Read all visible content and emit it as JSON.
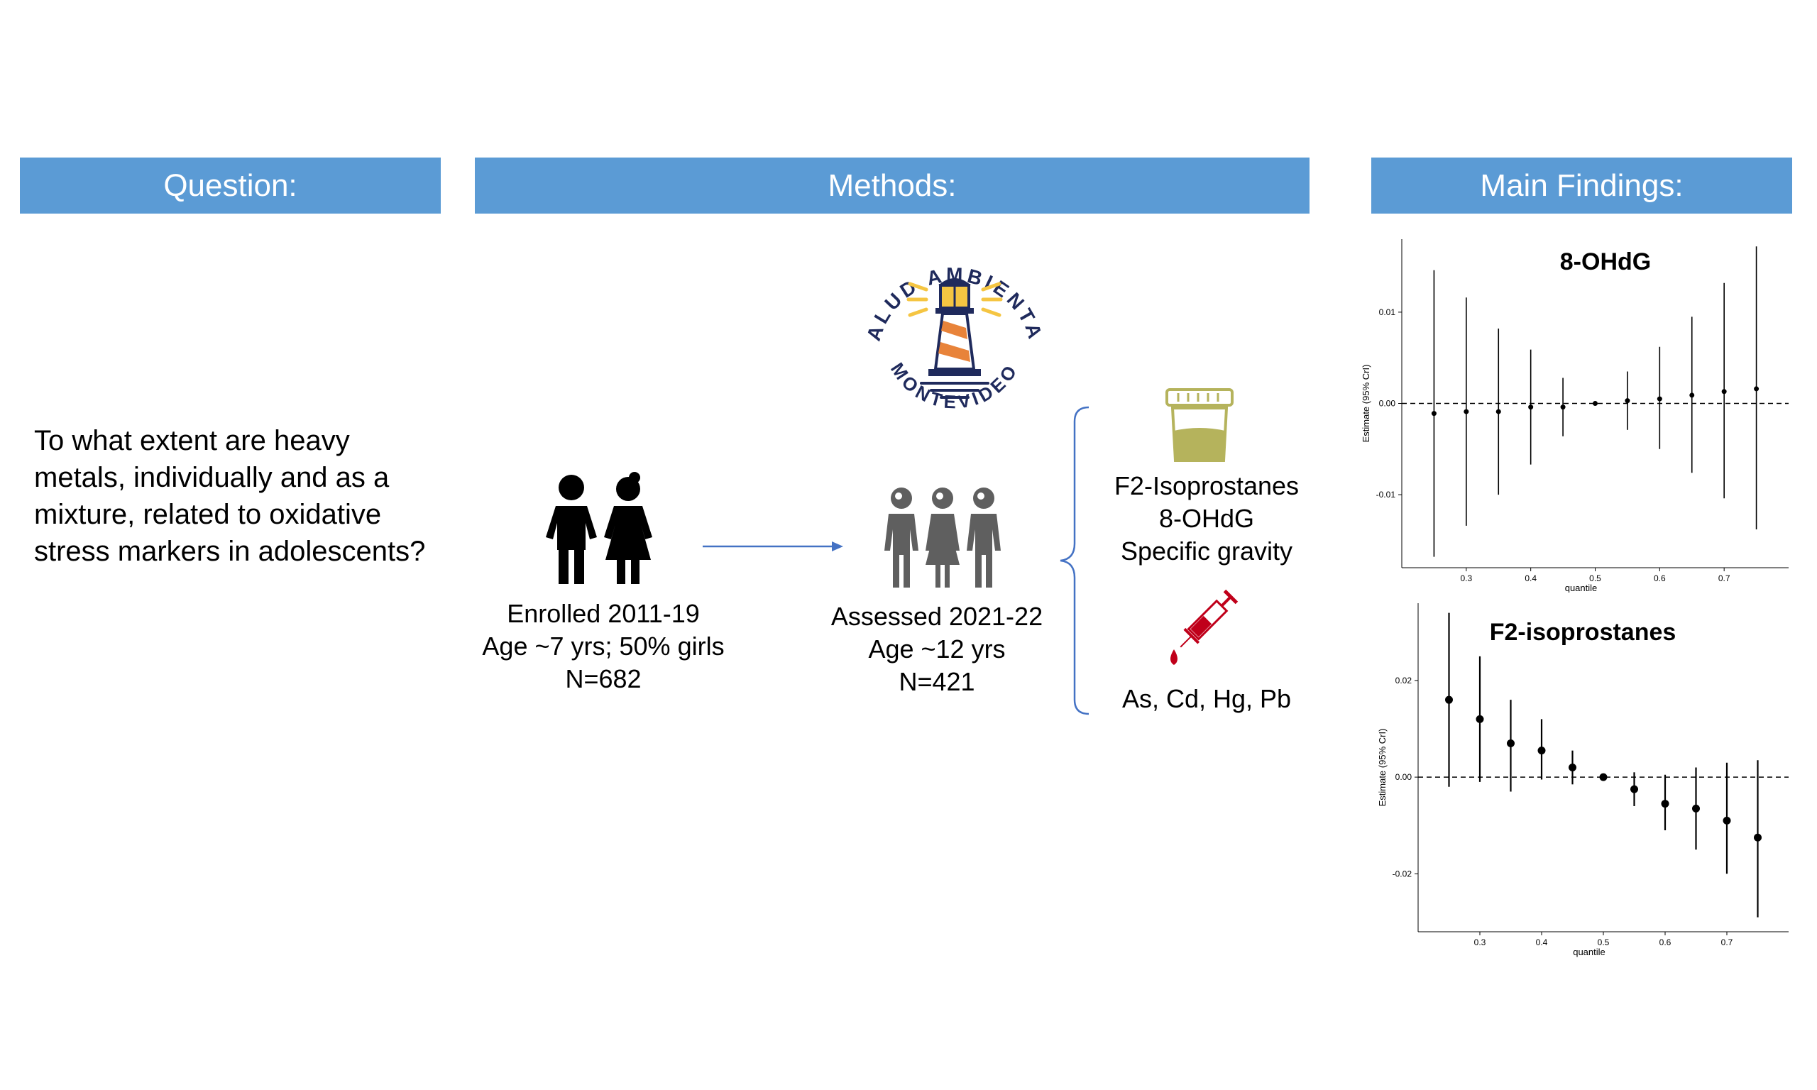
{
  "headers": {
    "question": "Question:",
    "methods": "Methods:",
    "findings": "Main Findings:"
  },
  "question_text": "To what extent are heavy metals, individually and as a mixture, related to oxidative stress markers in adolescents?",
  "logo": {
    "top_text": "SALUD AMBIENTAL",
    "bottom_text": "MONTEVIDEO",
    "colors": {
      "navy": "#1f2a5c",
      "orange": "#e8833a",
      "yellow": "#f5c542"
    }
  },
  "enrolled": {
    "line1": "Enrolled 2011-19",
    "line2": "Age ~7 yrs; 50% girls",
    "line3": "N=682"
  },
  "assessed": {
    "line1": "Assessed 2021-22",
    "line2": "Age ~12 yrs",
    "line3": "N=421"
  },
  "biomarkers": {
    "line1": "F2-Isoprostanes",
    "line2": "8-OHdG",
    "line3": "Specific gravity"
  },
  "metals": {
    "line1": "As, Cd, Hg, Pb"
  },
  "icons": {
    "children": "children-icon",
    "adolescents": "adolescents-icon",
    "urine_cup": "urine-cup-icon",
    "syringe": "syringe-icon",
    "arrow": "arrow-right-icon",
    "brace": "left-brace-icon"
  },
  "colors": {
    "header_blue": "#5b9bd5",
    "arrow_blue": "#4472c4",
    "person_gray": "#5f5f5f",
    "cup_olive": "#b5b35c",
    "blood_red": "#c0001a"
  },
  "chart_data": [
    {
      "type": "scatter",
      "title": "8-OHdG",
      "xlabel": "quantile",
      "ylabel": "Estimate (95% CrI)",
      "xlim": [
        0.2,
        0.8
      ],
      "ylim": [
        -0.018,
        0.018
      ],
      "x_ticks": [
        "0.3",
        "0.4",
        "0.5",
        "0.6",
        "0.7"
      ],
      "y_ticks": [
        "0.01",
        "0.00",
        "-0.01"
      ],
      "reference_line": 0,
      "points": [
        {
          "x": 0.25,
          "y": -0.0011,
          "lo": -0.0168,
          "hi": 0.0146
        },
        {
          "x": 0.3,
          "y": -0.0009,
          "lo": -0.0134,
          "hi": 0.0116
        },
        {
          "x": 0.35,
          "y": -0.0009,
          "lo": -0.01,
          "hi": 0.0082
        },
        {
          "x": 0.4,
          "y": -0.0004,
          "lo": -0.0067,
          "hi": 0.0059
        },
        {
          "x": 0.45,
          "y": -0.0004,
          "lo": -0.0036,
          "hi": 0.0028
        },
        {
          "x": 0.5,
          "y": 0.0,
          "lo": 0.0,
          "hi": 0.0
        },
        {
          "x": 0.55,
          "y": 0.0003,
          "lo": -0.0029,
          "hi": 0.0035
        },
        {
          "x": 0.6,
          "y": 0.0005,
          "lo": -0.005,
          "hi": 0.0062
        },
        {
          "x": 0.65,
          "y": 0.0009,
          "lo": -0.0076,
          "hi": 0.0095
        },
        {
          "x": 0.7,
          "y": 0.0013,
          "lo": -0.0104,
          "hi": 0.0132
        },
        {
          "x": 0.75,
          "y": 0.0016,
          "lo": -0.0138,
          "hi": 0.0172
        }
      ]
    },
    {
      "type": "scatter",
      "title": "F2-isoprostanes",
      "xlabel": "quantile",
      "ylabel": "Estimate (95% CrI)",
      "xlim": [
        0.2,
        0.8
      ],
      "ylim": [
        -0.032,
        0.036
      ],
      "x_ticks": [
        "0.3",
        "0.4",
        "0.5",
        "0.6",
        "0.7"
      ],
      "y_ticks": [
        "0.02",
        "0.00",
        "-0.02"
      ],
      "reference_line": 0,
      "points": [
        {
          "x": 0.25,
          "y": 0.016,
          "lo": -0.002,
          "hi": 0.034
        },
        {
          "x": 0.3,
          "y": 0.012,
          "lo": -0.001,
          "hi": 0.025
        },
        {
          "x": 0.35,
          "y": 0.007,
          "lo": -0.003,
          "hi": 0.016
        },
        {
          "x": 0.4,
          "y": 0.0055,
          "lo": -0.0005,
          "hi": 0.012
        },
        {
          "x": 0.45,
          "y": 0.002,
          "lo": -0.0015,
          "hi": 0.0055
        },
        {
          "x": 0.5,
          "y": 0.0,
          "lo": 0.0,
          "hi": 0.0
        },
        {
          "x": 0.55,
          "y": -0.0025,
          "lo": -0.006,
          "hi": 0.001
        },
        {
          "x": 0.6,
          "y": -0.0055,
          "lo": -0.011,
          "hi": 0.0005
        },
        {
          "x": 0.65,
          "y": -0.0065,
          "lo": -0.015,
          "hi": 0.002
        },
        {
          "x": 0.7,
          "y": -0.009,
          "lo": -0.02,
          "hi": 0.003
        },
        {
          "x": 0.75,
          "y": -0.0125,
          "lo": -0.029,
          "hi": 0.0035
        }
      ]
    }
  ]
}
